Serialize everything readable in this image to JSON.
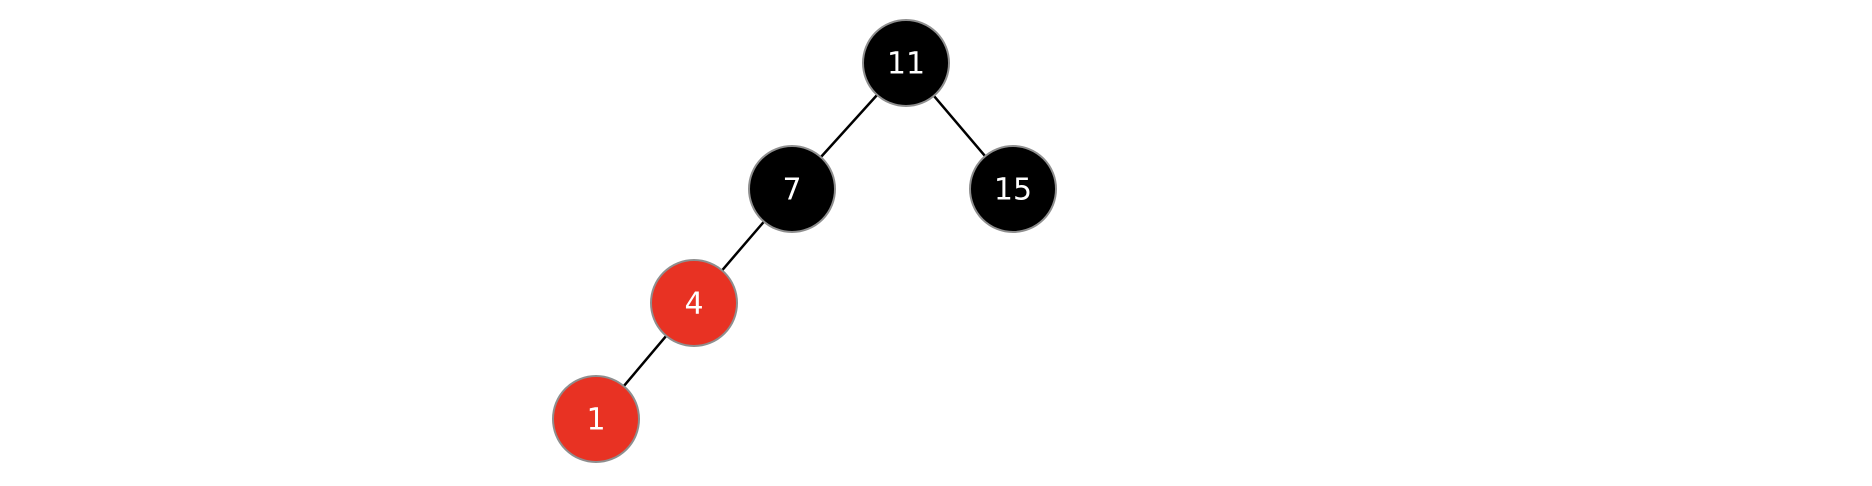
{
  "tree": {
    "nodes": [
      {
        "id": "n11",
        "label": "11",
        "color": "black"
      },
      {
        "id": "n7",
        "label": "7",
        "color": "black"
      },
      {
        "id": "n15",
        "label": "15",
        "color": "black"
      },
      {
        "id": "n4",
        "label": "4",
        "color": "red"
      },
      {
        "id": "n1",
        "label": "1",
        "color": "red"
      }
    ],
    "edges": [
      {
        "from": "n11",
        "to": "n7"
      },
      {
        "from": "n11",
        "to": "n15"
      },
      {
        "from": "n7",
        "to": "n4"
      },
      {
        "from": "n4",
        "to": "n1"
      }
    ]
  },
  "colors": {
    "black": "#000000",
    "red": "#e83223",
    "node_text": "#ffffff"
  }
}
